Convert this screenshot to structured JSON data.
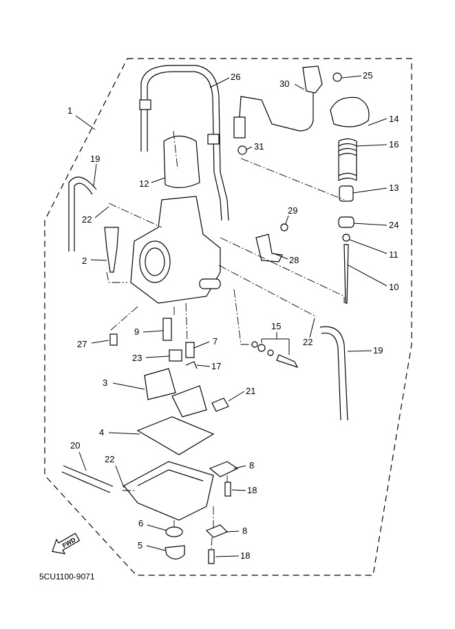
{
  "diagram": {
    "part_code": "5CU1100-9071",
    "fwd_icon": {
      "name": "fwd-arrow-icon",
      "text": "FWD"
    },
    "labels": [
      "1",
      "26",
      "25",
      "30",
      "14",
      "16",
      "31",
      "19",
      "12",
      "13",
      "22",
      "29",
      "24",
      "11",
      "2",
      "28",
      "10",
      "9",
      "15",
      "22",
      "27",
      "7",
      "19",
      "23",
      "17",
      "3",
      "21",
      "4",
      "20",
      "22",
      "8",
      "18",
      "6",
      "8",
      "5",
      "18"
    ]
  }
}
